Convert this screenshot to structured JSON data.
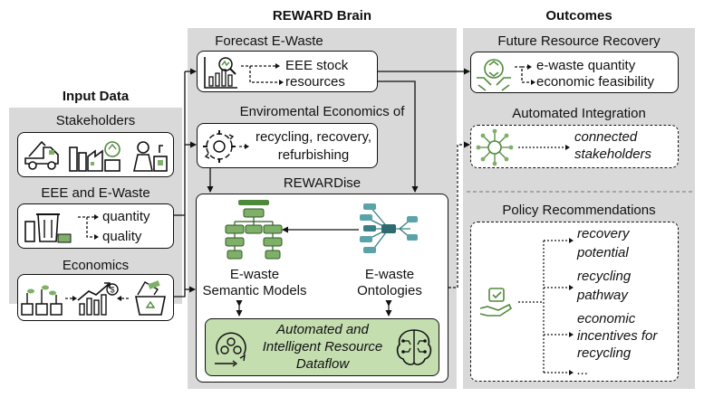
{
  "headers": {
    "brain": "REWARD Brain",
    "outcomes": "Outcomes",
    "input": "Input Data"
  },
  "input": {
    "stakeholders": {
      "title": "Stakeholders"
    },
    "eee": {
      "title": "EEE and E-Waste",
      "items": [
        "quantity",
        "quality"
      ]
    },
    "economics": {
      "title": "Economics"
    }
  },
  "brain": {
    "forecast": {
      "title": "Forecast E-Waste",
      "items": [
        "EEE stock",
        "resources"
      ]
    },
    "enviro": {
      "title": "Enviromental Economics of",
      "line1": "recycling, recovery,",
      "line2": "refurbishing"
    },
    "rewardise": {
      "title": "REWARDise",
      "models_l1": "E-waste",
      "models_l2": "Semantic Models",
      "onto_l1": "E-waste",
      "onto_l2": "Ontologies",
      "dataflow_l1": "Automated and",
      "dataflow_l2": "Intelligent Resource",
      "dataflow_l3": "Dataflow"
    }
  },
  "outcomes": {
    "future": {
      "title": "Future Resource Recovery",
      "items": [
        "e-waste quantity",
        "economic feasibility"
      ]
    },
    "automated": {
      "title": "Automated Integration",
      "l1": "connected",
      "l2": "stakeholders"
    },
    "policy": {
      "title": "Policy Recommendations",
      "items": [
        [
          "recovery",
          "potential"
        ],
        [
          "recycling",
          "pathway"
        ],
        [
          "economic",
          "incentives for",
          "recycling"
        ],
        [
          "..."
        ]
      ]
    }
  },
  "colors": {
    "panel": "#d9d9d9",
    "green_fill": "#c4deb0",
    "green_dark": "#4f8a3a",
    "green_mid": "#7fb069",
    "teal": "#3a7f86"
  }
}
